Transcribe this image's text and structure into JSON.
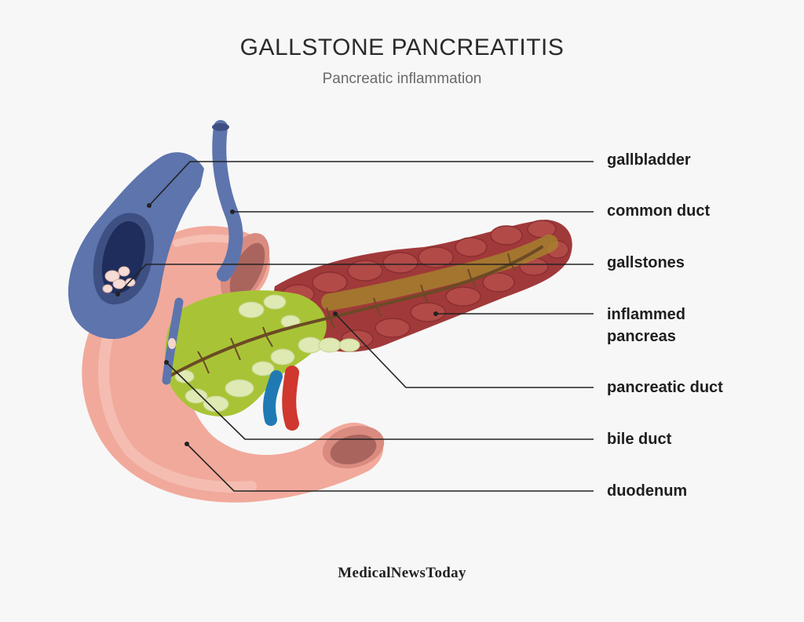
{
  "header": {
    "title": "GALLSTONE PANCREATITIS",
    "subtitle": "Pancreatic inflammation"
  },
  "labels": {
    "gallbladder": "gallbladder",
    "common_duct": "common duct",
    "gallstones": "gallstones",
    "inflamed_pancreas": "inflammed pancreas",
    "pancreatic_duct": "pancreatic duct",
    "bile_duct": "bile duct",
    "duodenum": "duodenum"
  },
  "brand": "MedicalNewsToday",
  "colors": {
    "gallbladder": "#5d74ad",
    "duodenum": "#f1a99b",
    "pancreas_inflamed": "#a0393a",
    "pancreas_healthy": "#a8c436",
    "artery": "#d0372e",
    "vein": "#1f7ab4"
  }
}
